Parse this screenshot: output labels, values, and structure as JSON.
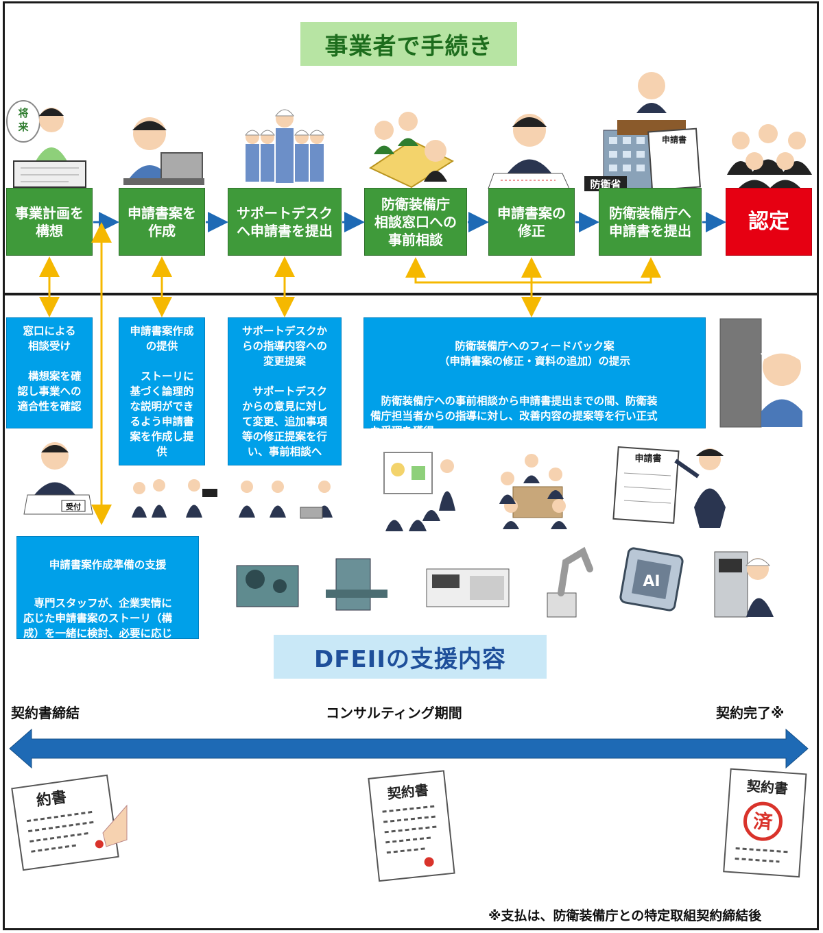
{
  "header": {
    "title": "事業者で手続き"
  },
  "steps": [
    {
      "label": "事業計画を\n構想"
    },
    {
      "label": "申請書案を\n作成"
    },
    {
      "label": "サポートデスク\nへ申請書を提出"
    },
    {
      "label": "防衛装備庁\n相談窓口への\n事前相談"
    },
    {
      "label": "申請書案の\n修正"
    },
    {
      "label": "防衛装備庁へ\n申請書を提出"
    },
    {
      "label": "認定"
    }
  ],
  "illustrations": {
    "future_bubble": "将\n来",
    "ministry_sign": "防衛省",
    "application_form": "申請書",
    "reception_sign": "受付",
    "ai_chip": "AI",
    "contract_doc": "契約書",
    "contract_doc_partial": "約書",
    "done_stamp": "済"
  },
  "support": {
    "box1": "窓口による\n相談受け\n\n　構想案を確\n認し事業への\n適合性を確認",
    "box2": "申請書案作成\nの提供\n\n　ストーリに\n基づく論理的\nな説明ができ\nるよう申請書\n案を作成し提\n供",
    "box3": "サポートデスクか\nらの指導内容への\n変更提案\n\n　サポートデスク\nからの意見に対し\nて変更、追加事項\n等の修正提案を行\nい、事前相談へ",
    "box4_title": "防衛装備庁へのフィードバック案\n（申請書案の修正・資料の追加）の提示",
    "box4_body": "　防衛装備庁への事前相談から申請書提出までの間、防衛装\n備庁担当者からの指導に対し、改善内容の提案等を行い正式\nな受理を獲得",
    "box5_title": "申請書案作成準備の支援",
    "box5_body": "　専門スタッフが、企業実情に\n応じた申請書案のストーリ（構\n成）を一緒に検討、必要に応じ\n現地に赴き写真撮影等を実施"
  },
  "dfeii_title": "DFEIIの支援内容",
  "timeline": {
    "start": "契約書締結",
    "middle": "コンサルティング期間",
    "end": "契約完了※"
  },
  "footnote": "※支払は、防衛装備庁との特定取組契約締結後",
  "colors": {
    "step_green": "#3f9a3a",
    "step_red": "#e60012",
    "info_blue": "#00a0e9",
    "arrow_blue": "#1e6ab5",
    "connector_yellow": "#f5b800",
    "title_green_bg": "#b7e4a3",
    "title_blue_bg": "#c9e8f7"
  }
}
